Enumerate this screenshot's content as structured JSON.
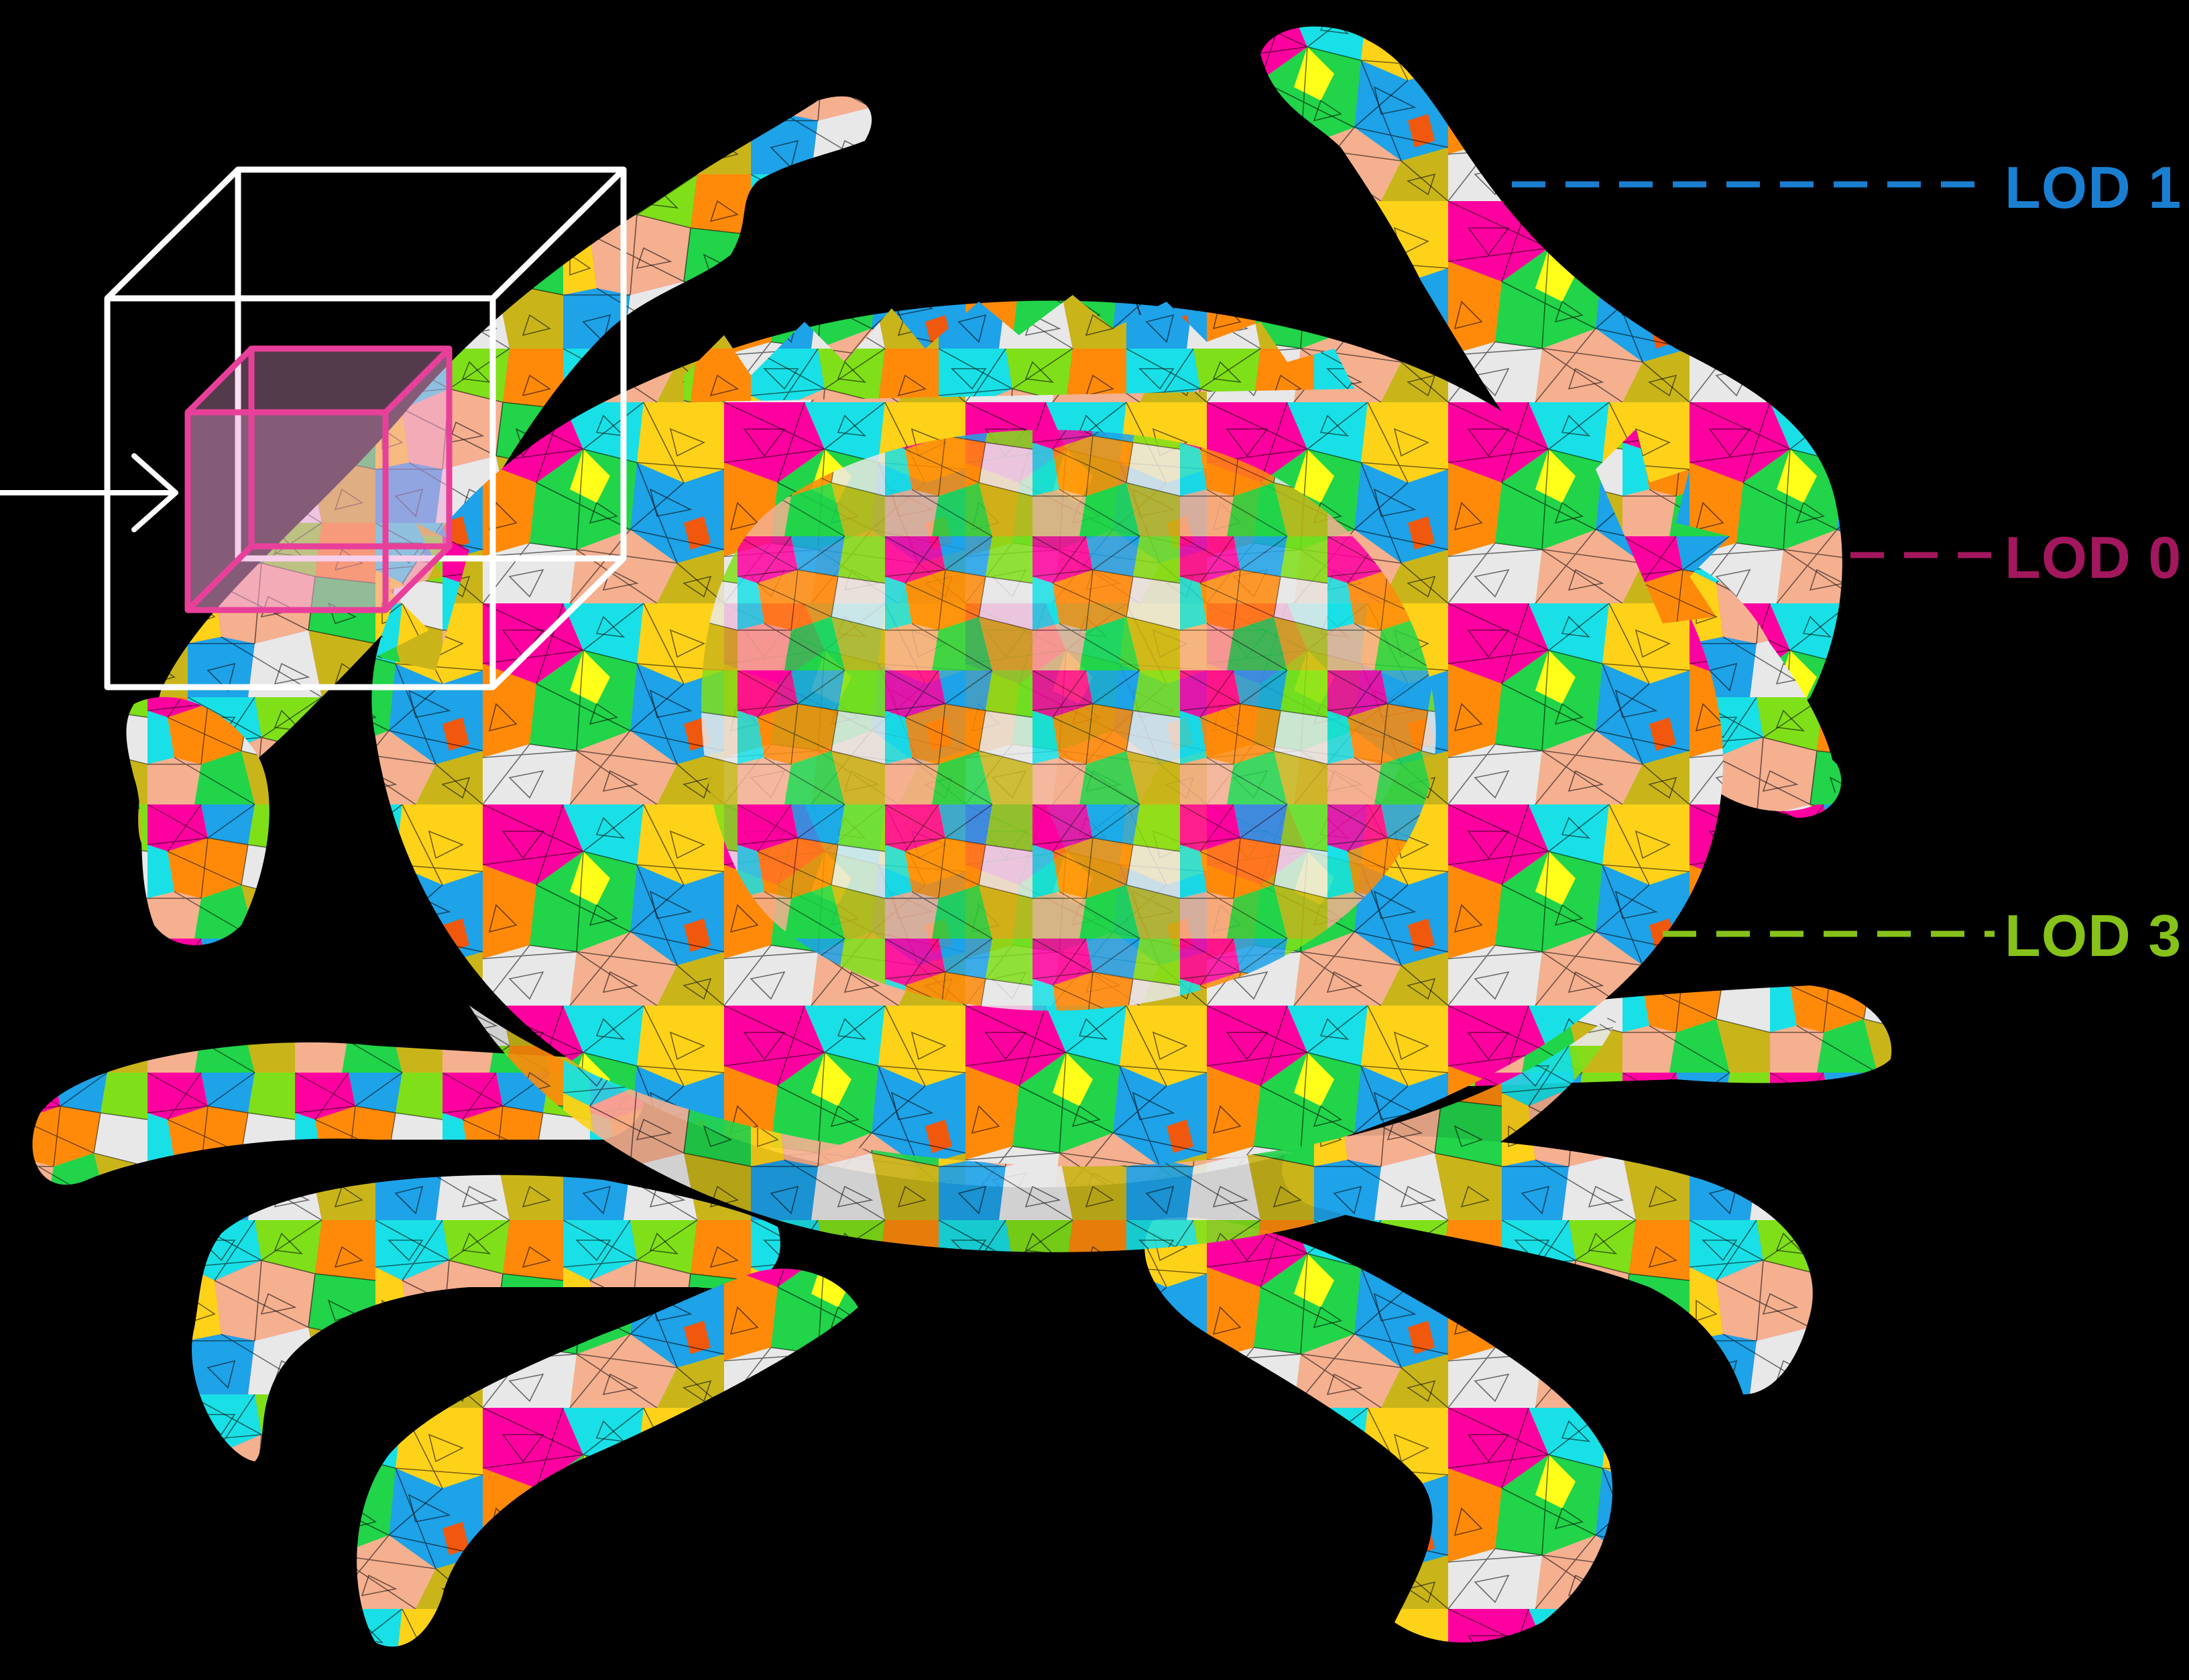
{
  "labels": [
    {
      "id": "lod1",
      "text": "LOD 1",
      "color": "#1a7fd1"
    },
    {
      "id": "lod0",
      "text": "LOD 0",
      "color": "#a3175e"
    },
    {
      "id": "lod3",
      "text": "LOD 3",
      "color": "#86c21a"
    }
  ],
  "palette": {
    "background": "#000000",
    "patch_colors": [
      "#ff00a0",
      "#dd1fa0",
      "#7fe01a",
      "#21d44a",
      "#ffd21a",
      "#ffff1a",
      "#19e0e6",
      "#1ea2e8",
      "#ff8a0a",
      "#f0580d",
      "#f5b090",
      "#e8e8e8",
      "#c9b51a"
    ],
    "wireframe": "#000000",
    "selection_box_outer": "#ffffff",
    "selection_box_inner": "#e8409a",
    "arrow": "#ffffff"
  },
  "subject": "crab-mesh-segmented-into-colored-patches"
}
